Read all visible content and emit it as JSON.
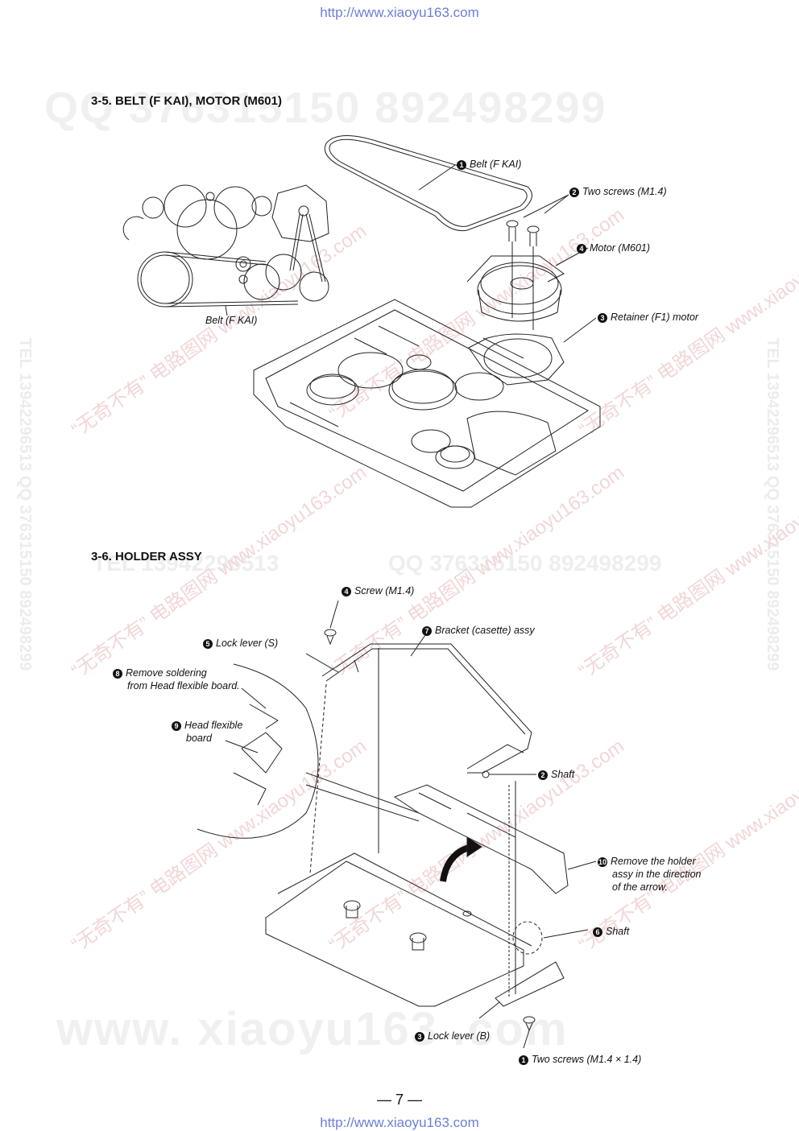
{
  "header_url": "http://www.xiaoyu163.com",
  "footer_url": "http://www.xiaoyu163.com",
  "page_number": "— 7 —",
  "watermarks": {
    "top_big": "QQ 376315150  892498299",
    "bottom_big": "www. xiaoyu163 .com",
    "mid_left": "TEL 13942296513",
    "mid_right": "QQ 376315150  892498299",
    "side_left": "TEL 13942296513  QQ 376315150  892498299",
    "side_right": "TEL 13942296513  QQ 376315150  892498299",
    "diagonal": "“无奇不有” 电路图网 www.xiaoyu163.com"
  },
  "section1": {
    "title": "3-5. BELT (F KAI), MOTOR (M601)",
    "labels": {
      "belt_side": "Belt (F KAI)",
      "c1_num": "1",
      "c1": "Belt (F KAI)",
      "c2_num": "2",
      "c2": "Two screws (M1.4)",
      "c4_num": "4",
      "c4": "Motor (M601)",
      "c3_num": "3",
      "c3": "Retainer (F1) motor"
    }
  },
  "section2": {
    "title": "3-6. HOLDER ASSY",
    "labels": {
      "c4_num": "4",
      "c4": "Screw (M1.4)",
      "c7_num": "7",
      "c7": "Bracket (casette) assy",
      "c5_num": "5",
      "c5": "Lock lever (S)",
      "c8_num": "8",
      "c8_l1": "Remove soldering",
      "c8_l2": "from Head flexible board.",
      "c9_num": "9",
      "c9_l1": "Head flexible",
      "c9_l2": "board",
      "c2_num": "2",
      "c2": "Shaft",
      "c10_num": "10",
      "c10_l1": "Remove the holder",
      "c10_l2": "assy in the direction",
      "c10_l3": "of the arrow.",
      "c6_num": "6",
      "c6": "Shaft",
      "c3_num": "3",
      "c3": "Lock lever (B)",
      "c1_num": "1",
      "c1": "Two screws (M1.4 × 1.4)"
    }
  }
}
